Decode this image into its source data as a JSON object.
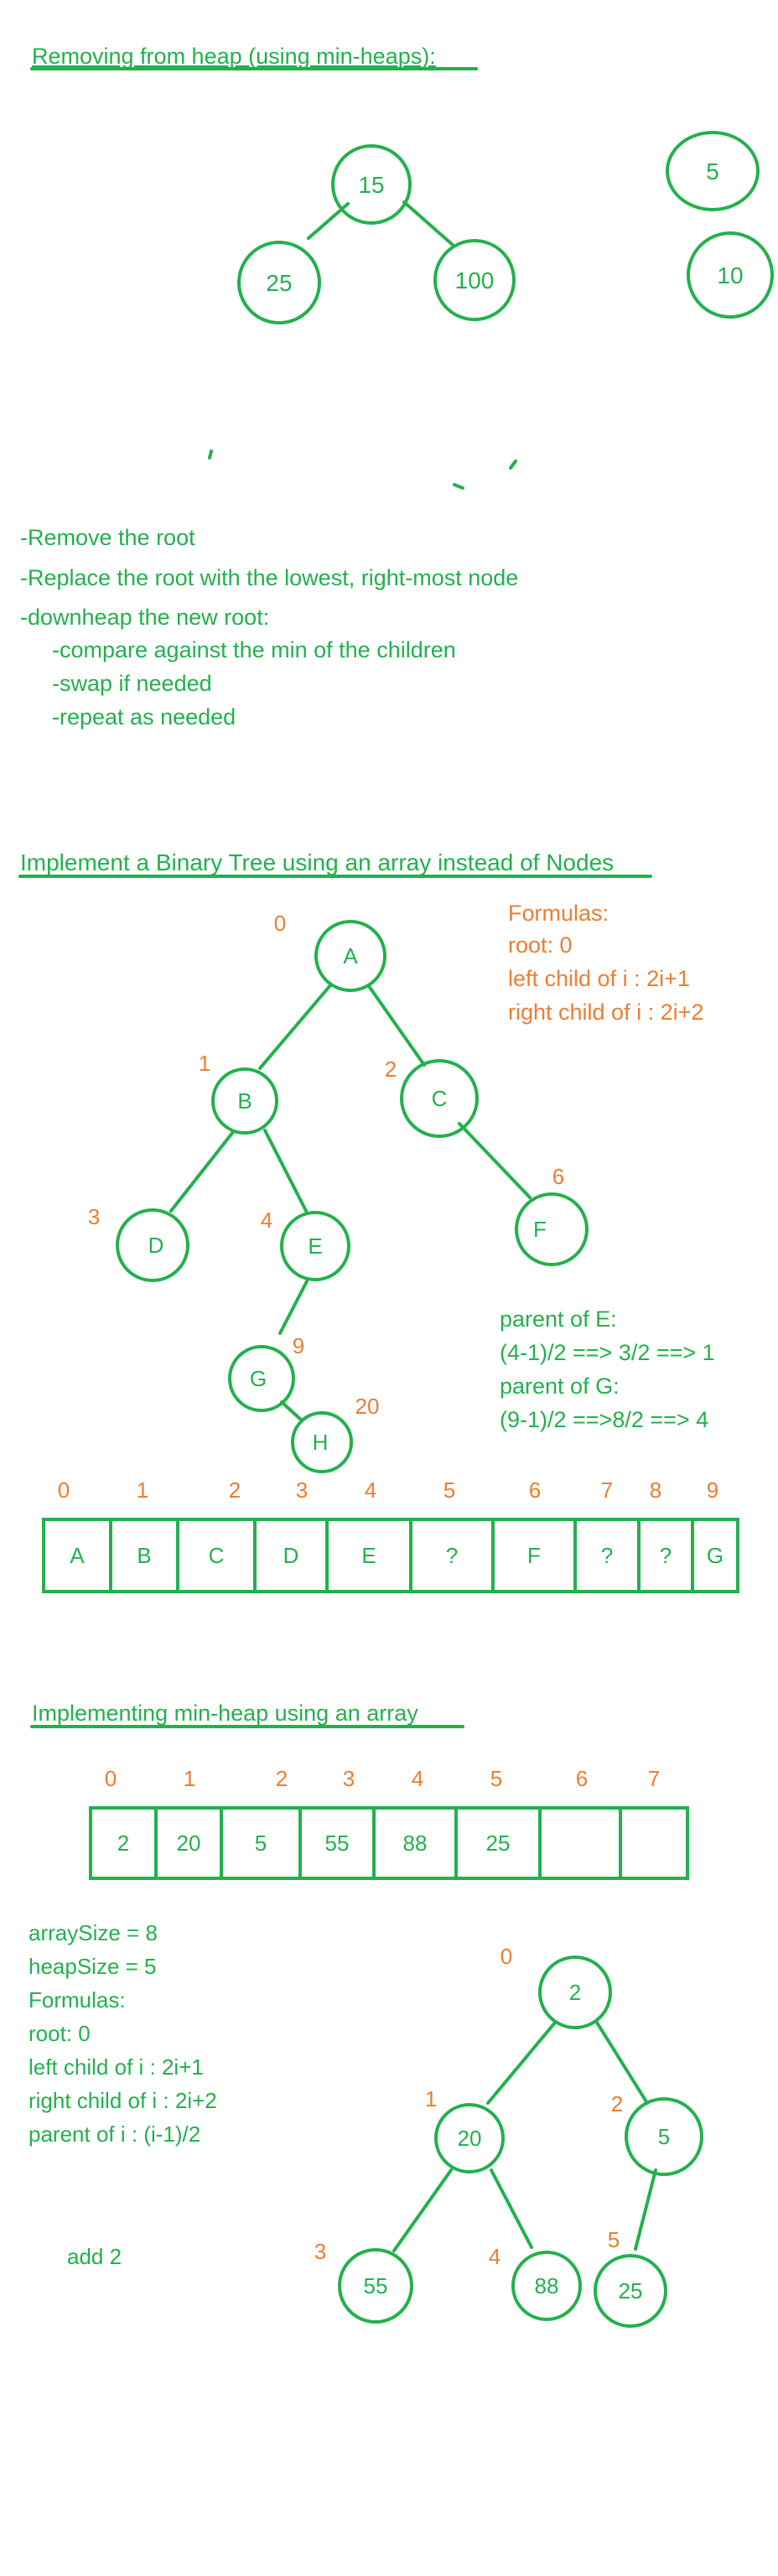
{
  "colors": {
    "green": "#22b14c",
    "orange": "#ed7d31"
  },
  "section1": {
    "title": "Removing from heap (using min-heaps):",
    "nodes": [
      "15",
      "25",
      "100",
      "5",
      "10"
    ],
    "steps": [
      "-Remove the root",
      "-Replace the root with the lowest, right-most node",
      "-downheap the new root:",
      "-compare against the min of the children",
      "-swap if needed",
      "-repeat as needed"
    ]
  },
  "section2": {
    "title": "Implement a Binary Tree using an array instead of Nodes",
    "formulas": [
      "Formulas:",
      "root: 0",
      "left child of i : 2i+1",
      "right child of i : 2i+2"
    ],
    "nodes": [
      "A",
      "B",
      "C",
      "D",
      "E",
      "F",
      "G",
      "H"
    ],
    "indices": [
      "0",
      "1",
      "2",
      "3",
      "4",
      "6",
      "9",
      "20"
    ],
    "parent_notes": [
      "parent of E:",
      "(4-1)/2 ==> 3/2 ==> 1",
      "parent of G:",
      "(9-1)/2 ==>8/2 ==> 4"
    ],
    "array_indices": [
      "0",
      "1",
      "2",
      "3",
      "4",
      "5",
      "6",
      "7",
      "8",
      "9"
    ],
    "array_values": [
      "A",
      "B",
      "C",
      "D",
      "E",
      "?",
      "F",
      "?",
      "?",
      "G"
    ]
  },
  "section3": {
    "title": "Implementing min-heap using an array",
    "array_indices": [
      "0",
      "1",
      "2",
      "3",
      "4",
      "5",
      "6",
      "7"
    ],
    "array_values": [
      "2",
      "20",
      "5",
      "55",
      "88",
      "25",
      "",
      ""
    ],
    "info": [
      "arraySize = 8",
      "heapSize =  5",
      "Formulas:",
      "root: 0",
      "left child of i : 2i+1",
      "right child of i : 2i+2",
      "parent of i : (i-1)/2"
    ],
    "note": "add 2",
    "nodes": [
      "2",
      "20",
      "5",
      "55",
      "88",
      "25"
    ],
    "indices": [
      "0",
      "1",
      "2",
      "3",
      "4",
      "5"
    ]
  }
}
